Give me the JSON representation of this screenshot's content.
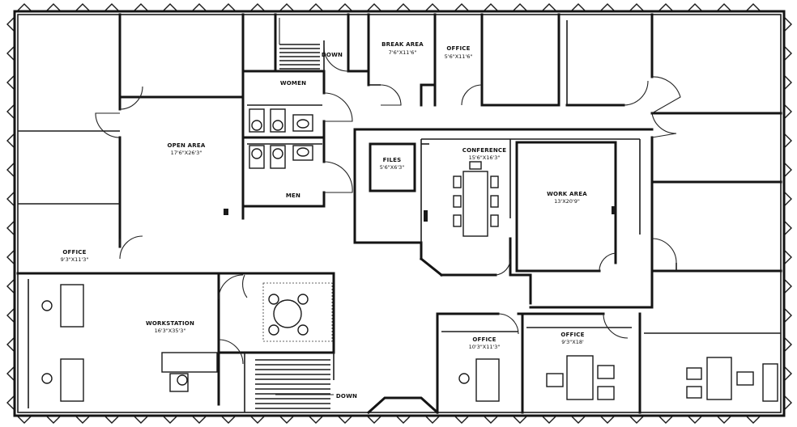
{
  "rooms": {
    "open_area": {
      "name": "OPEN AREA",
      "dims": "17'6\"X26'3\""
    },
    "women": {
      "name": "WOMEN"
    },
    "men": {
      "name": "MEN"
    },
    "break_area": {
      "name": "BREAK AREA",
      "dims": "7'6\"X11'6\""
    },
    "office_top": {
      "name": "OFFICE",
      "dims": "5'6\"X11'6\""
    },
    "files": {
      "name": "FILES",
      "dims": "5'6\"X6'3\""
    },
    "conference": {
      "name": "CONFERENCE",
      "dims": "15'6\"X16'3\""
    },
    "work_area": {
      "name": "WORK AREA",
      "dims": "13'X20'9\""
    },
    "office_left": {
      "name": "OFFICE",
      "dims": "9'3\"X11'3\""
    },
    "workstation": {
      "name": "WORKSTATION",
      "dims": "16'3\"X35'3\""
    },
    "office_bc": {
      "name": "OFFICE",
      "dims": "10'3\"X11'3\""
    },
    "office_br": {
      "name": "OFFICE",
      "dims": "9'3\"X18'"
    }
  },
  "stairs": {
    "top_label": "DOWN",
    "bottom_label": "DOWN"
  }
}
